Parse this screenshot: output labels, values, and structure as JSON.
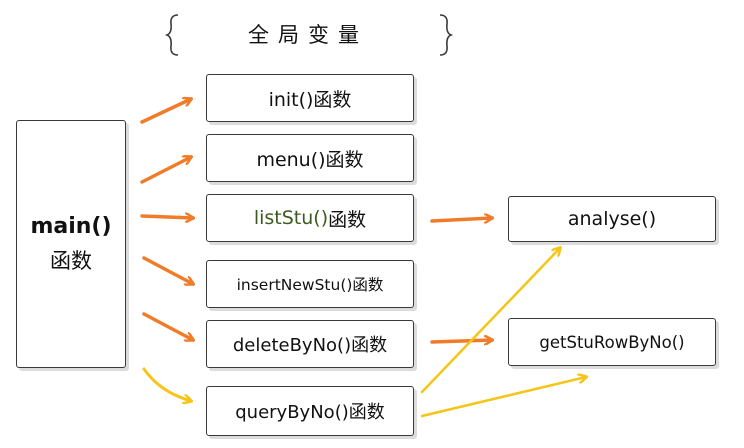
{
  "global": {
    "label": "全局变量"
  },
  "main": {
    "name": "main()",
    "suffix": "函数"
  },
  "functions": [
    {
      "name": "init()函数"
    },
    {
      "name": "menu()函数"
    },
    {
      "name": "listStu()",
      "suffix": "函数"
    },
    {
      "name": "insertNewStu()函数"
    },
    {
      "name": "deleteByNo()函数"
    },
    {
      "name": "queryByNo()函数"
    }
  ],
  "helpers": [
    {
      "name": "analyse()"
    },
    {
      "name": "getStuRowByNo()"
    }
  ],
  "colors": {
    "arrow_orange": "#f07c2a",
    "arrow_yellow": "#f5c518",
    "border": "#3a3a3a",
    "highlight_text": "#3d5a1e"
  }
}
